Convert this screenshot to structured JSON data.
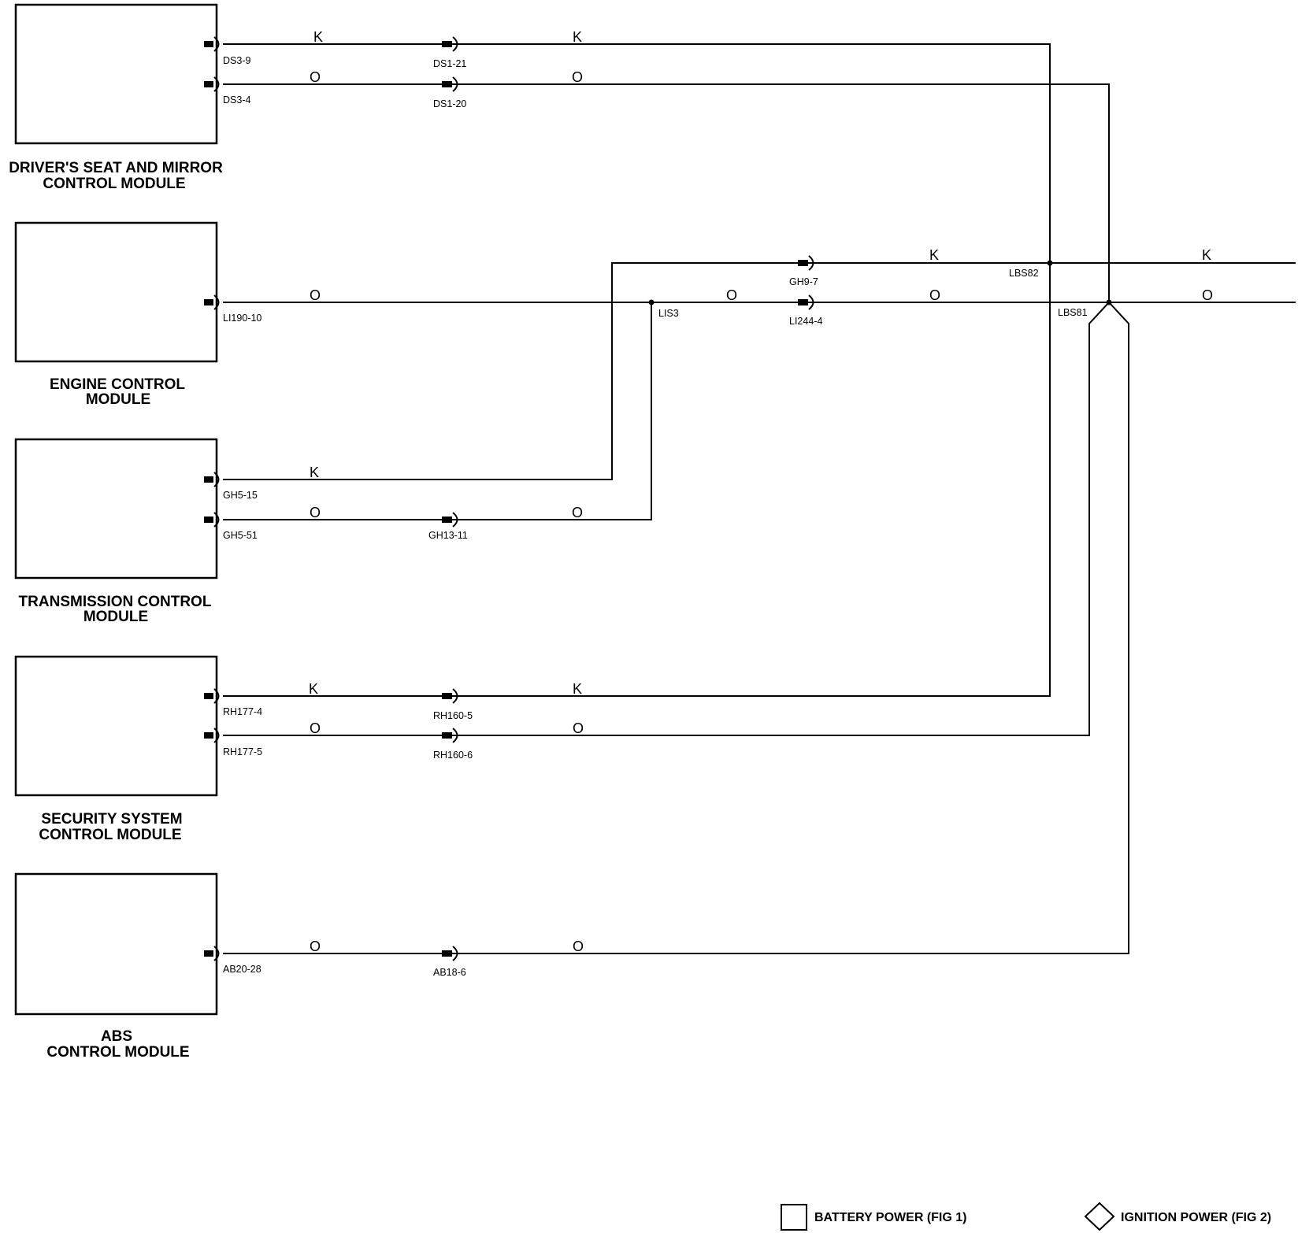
{
  "modules": {
    "dsm": {
      "line1": "DRIVER'S SEAT AND MIRROR",
      "line2": "CONTROL MODULE"
    },
    "ecm": {
      "line1": "ENGINE  CONTROL",
      "line2": "MODULE"
    },
    "tcm": {
      "line1": "TRANSMISSION  CONTROL",
      "line2": "MODULE"
    },
    "ssm": {
      "line1": "SECURITY SYSTEM",
      "line2": "CONTROL MODULE"
    },
    "abs": {
      "line1": "ABS",
      "line2": "CONTROL MODULE"
    }
  },
  "wire_colors": {
    "k": "K",
    "o": "O"
  },
  "connectors": {
    "ds3_9": "DS3-9",
    "ds3_4": "DS3-4",
    "ds1_21": "DS1-21",
    "ds1_20": "DS1-20",
    "li190_10": "LI190-10",
    "lis3": "LIS3",
    "gh9_7": "GH9-7",
    "li244_4": "LI244-4",
    "lbs82": "LBS82",
    "lbs81": "LBS81",
    "gh5_15": "GH5-15",
    "gh5_51": "GH5-51",
    "gh13_11": "GH13-11",
    "rh177_4": "RH177-4",
    "rh177_5": "RH177-5",
    "rh160_5": "RH160-5",
    "rh160_6": "RH160-6",
    "ab20_28": "AB20-28",
    "ab18_6": "AB18-6"
  },
  "legend": {
    "battery": "BATTERY POWER (FIG 1)",
    "ignition": "IGNITION POWER (FIG 2)"
  }
}
